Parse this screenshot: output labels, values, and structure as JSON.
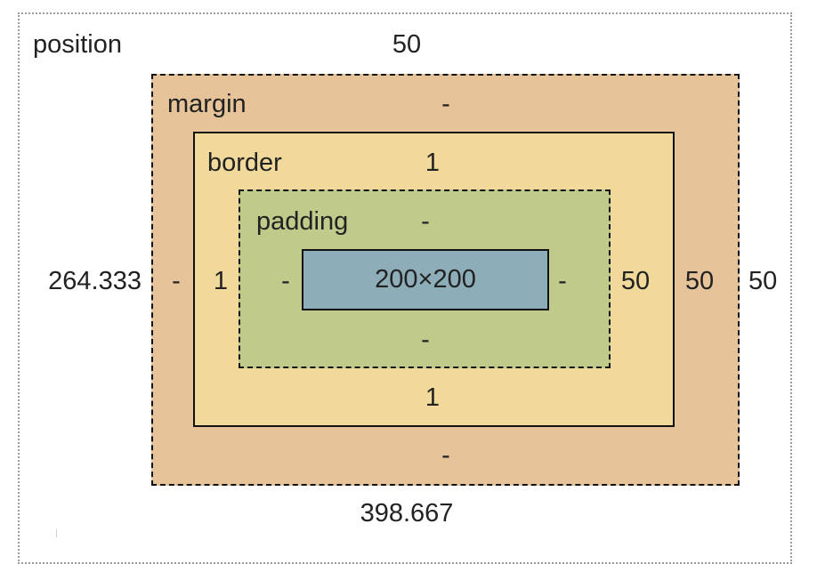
{
  "box_model": {
    "position": {
      "label": "position",
      "top": "50",
      "right": "50",
      "bottom": "398.667",
      "left": "264.333"
    },
    "margin": {
      "label": "margin",
      "top": "-",
      "right": "50",
      "bottom": "-",
      "left": "-"
    },
    "border": {
      "label": "border",
      "top": "1",
      "right": "50",
      "bottom": "1",
      "left": "1"
    },
    "padding": {
      "label": "padding",
      "top": "-",
      "right": "-",
      "bottom": "-",
      "left": "-"
    },
    "content": {
      "size": "200×200"
    }
  },
  "colors": {
    "margin": "#e7c39a",
    "border": "#f1d99b",
    "padding": "#c0cb8b",
    "content": "#8dadb9",
    "outline": "#111111",
    "position_outline": "#9a9a9a"
  }
}
